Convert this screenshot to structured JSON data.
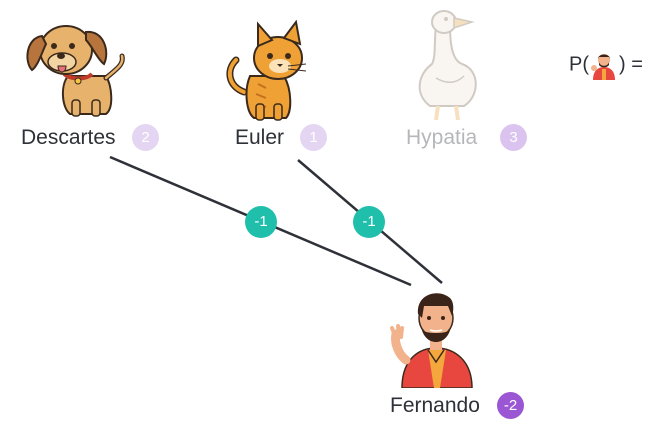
{
  "nodes": {
    "descartes": {
      "name": "Descartes",
      "value": "2"
    },
    "euler": {
      "name": "Euler",
      "value": "1"
    },
    "hypatia": {
      "name": "Hypatia",
      "value": "3"
    },
    "fernando": {
      "name": "Fernando",
      "value": "-2"
    }
  },
  "edges": {
    "descartes_fernando": "-1",
    "euler_fernando": "-1"
  },
  "probability": {
    "prefix": "P(",
    "suffix": ") ="
  },
  "colors": {
    "edge_badge": "#1fbfac",
    "fernando_badge": "#9b57d3",
    "light_badge": "#e4d5f3",
    "edge_line": "#2e3138"
  }
}
